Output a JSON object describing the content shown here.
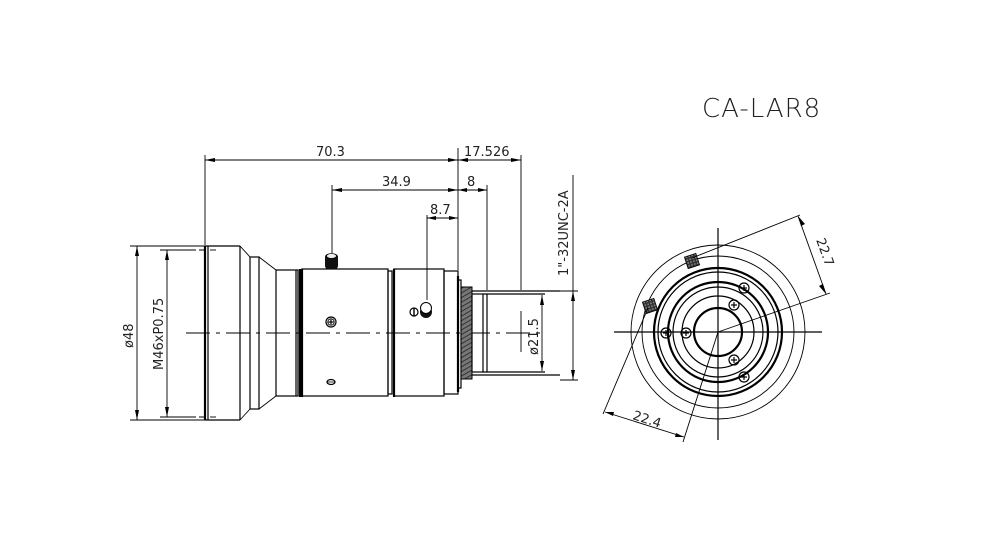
{
  "drawing": {
    "title": "CA-LAR8",
    "side_view": {
      "dimensions": {
        "overall_length": "70.3",
        "back_focal": "17.526",
        "knob_to_flange": "34.9",
        "mount_length": "8",
        "screw_to_flange": "8.7",
        "outer_diameter": "ø48",
        "front_thread": "M46xP0.75",
        "mount_inner_diameter": "ø21.5",
        "mount_thread": "1\"-32UNC-2A"
      }
    },
    "front_view": {
      "dimensions": {
        "knob_radius_upper": "22.7",
        "knob_radius_lower": "22.4"
      }
    }
  }
}
